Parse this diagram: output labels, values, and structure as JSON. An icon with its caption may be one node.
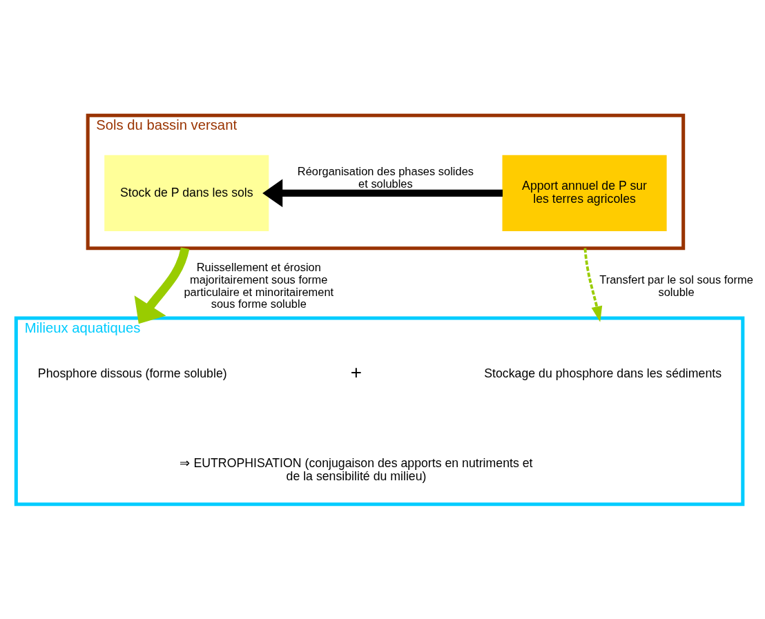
{
  "diagram": {
    "nodes": [
      {
        "text": [
          "Sols du bassin versant"
        ]
      },
      {
        "text": [
          "Stock de P dans les sols"
        ],
        "in": 0
      },
      {
        "text": [
          "Apport annuel de P sur les terres agricoles"
        ],
        "in": 0
      },
      {
        "text": [
          "Milieux aquatiques"
        ]
      }
    ],
    "edges": [
      {
        "from": 2,
        "to": 1,
        "arrow": "to",
        "label": "Réorganisation des phases solides et solubles",
        "color": "#000000"
      },
      {
        "from": 0,
        "to": 3,
        "arrow": "to",
        "label": "Ruissellement et érosion majoritairement sous forme particulaire et minoritairement sous forme soluble"
      },
      {
        "from": 0,
        "to": 3,
        "arrow": "to",
        "label": "Transfert par le sol sous forme soluble",
        "style": "dashed"
      }
    ],
    "labels": [
      "Phosphore dissous (forme soluble)",
      "+",
      "Stockage du phosphore dans les sédiments",
      "⇒ EUTROPHISATION (conjugaison des apports en nutriments et de la sensibilité du milieu)"
    ]
  }
}
